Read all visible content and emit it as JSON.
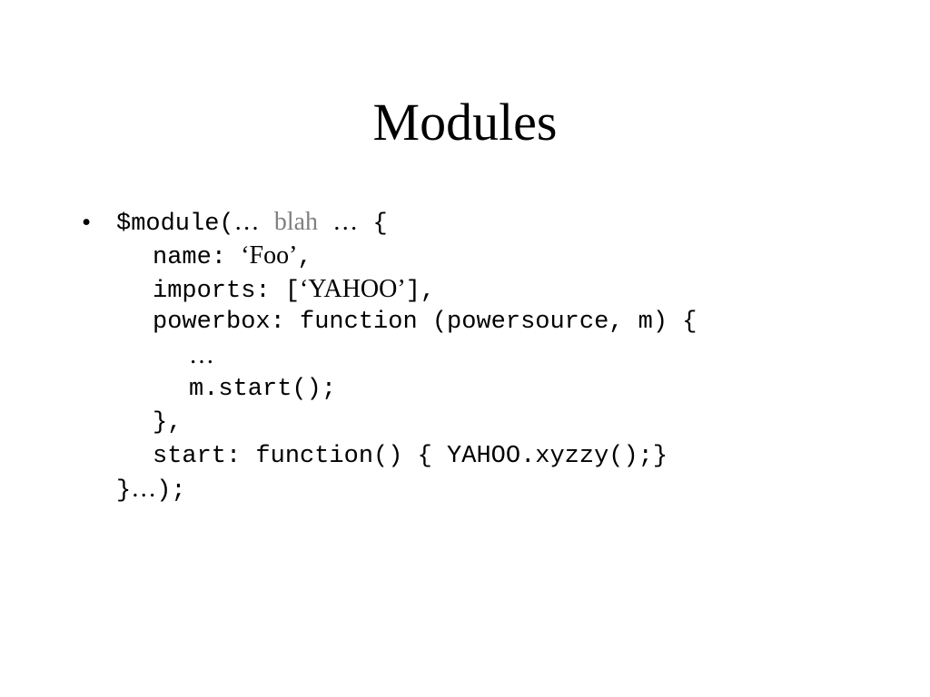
{
  "slide": {
    "title": "Modules",
    "bullet_symbol": "•",
    "code": {
      "line1": {
        "prefix": "$module(",
        "ellipsis_a": "…",
        "muted_word": "blah",
        "ellipsis_b": "…",
        "suffix": " {"
      },
      "line2": {
        "prefix": "name: ",
        "value": "‘Foo’",
        "suffix": ","
      },
      "line3": {
        "prefix": "imports: [",
        "value": "‘YAHOO’",
        "suffix": "],"
      },
      "line4": "powerbox: function (powersource, m) {",
      "line5": "…",
      "line6": "m.start();",
      "line7": "},",
      "line8": "start: function() { YAHOO.xyzzy();}",
      "line9": {
        "prefix": "}",
        "ellipsis": "…",
        "suffix": ");"
      }
    }
  }
}
